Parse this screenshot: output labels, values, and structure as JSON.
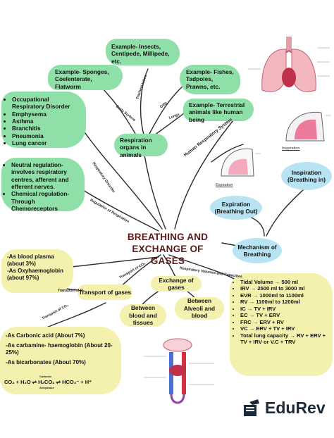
{
  "title": {
    "line1": "BREATHING AND",
    "line2": "EXCHANGE OF GASES"
  },
  "blobs": {
    "insects": "Example- Insects, Centipede, Millipede, etc.",
    "sponges": "Example- Sponges, Coelenterate, Flatworm",
    "fishes": "Example- Fishes, Tadpoles, Prawns, etc.",
    "terrestrial": "Example- Terrestrial animals like human being",
    "disorders": [
      "Occupational Respiratory Disorder",
      "Emphysema",
      "Asthma",
      "Branchitis",
      "Pneumonia",
      "Lung cancer"
    ],
    "respiration_organs": "Respiration organs in animals",
    "regulation": [
      "Neutral regulation- involves respiratory centres, afferent and efferent nerves.",
      "Chemical regulation- Through Chemoreceptors"
    ],
    "inspiration": "Inspiration (Breathing in)",
    "expiration": "Expiration (Breathing Out)",
    "mechanism": "Mechanism of Breathing",
    "blood_plasma": [
      "-As blood plasma",
      "(about 3%)",
      "-As Oxyhaemoglobin",
      "(about 97%)"
    ],
    "transport": "Transport of gases",
    "exchange": "Exchange of gases",
    "between_blood": "Between blood and tissues",
    "between_alveoli": "Between Alveoli and blood",
    "co2_forms": [
      "-As Carbonic acid (About 7%)",
      "-As carbamine- haemoglobin (About 20-25%)",
      "-As bicarbonates (About 70%)"
    ],
    "volumes": [
      "Tidal Volume → 500 ml",
      "IRV → 2500 ml to 3000 ml",
      "EVR → 1000ml to 1100ml",
      "RV → 1100ml to 1200ml",
      "IC → TV + IRV",
      "EC → TV + ERV",
      "FRC → ERV + RV",
      "VC → ERV + TV + IRV",
      "Total lung capacity → RV + ERV + TV + IRV or V.C + TRV"
    ]
  },
  "equations": {
    "carbonic": "CO₂ + H₂O ⇌ H₂CO₃ ⇌ HCO₃⁻ + H⁺",
    "anhydrase_top": "Carbonic",
    "anhydrase_bottom": "Anhydrase"
  },
  "branch_labels": {
    "body_surface": "Body Surface",
    "tracheal": "Tracheal tubes",
    "gills": "Gills",
    "lungs": "Lungs",
    "human_system": "Human Respiratory System",
    "disorder": "Respiratory Disorder",
    "regulation": "Regulation of Respiration",
    "transport_o2": "Transport of O₂",
    "transport_co2_top": "Transport of CO₂",
    "volumes": "Respiratory Volumes and Capacities",
    "transport_co2_left": "Transport of CO₂"
  },
  "figure_captions": {
    "inspiration": "Inspiration",
    "expiration": "Expiration"
  },
  "logo": {
    "text": "EduRev",
    "icon": "graduation-cap-icon"
  }
}
